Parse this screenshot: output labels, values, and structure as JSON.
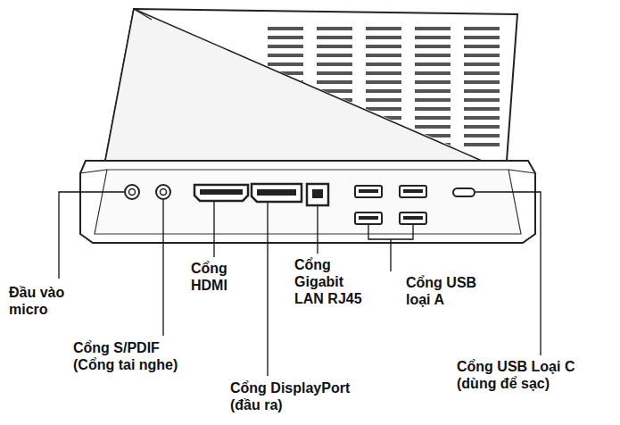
{
  "diagram": {
    "labels": [
      "Đầu vào micro",
      "Cổng S/PDIF (Cổng tai nghe)",
      "Cổng HDMI",
      "Cổng DisplayPort (đầu ra)",
      "Cổng Gigabit LAN RJ45",
      "Cổng USB loại A",
      "Cổng USB Loại C (dùng để sạc)"
    ]
  }
}
